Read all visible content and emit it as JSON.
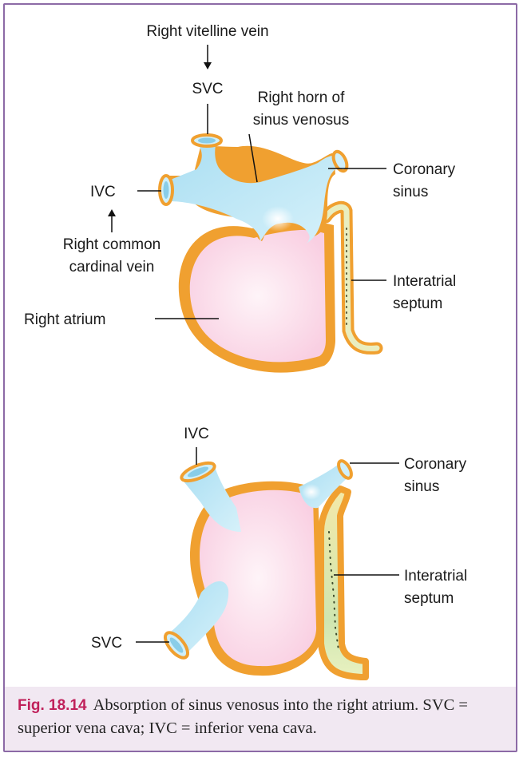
{
  "top_diagram": {
    "labels": {
      "right_vitelline_vein": "Right vitelline vein",
      "svc": "SVC",
      "right_horn_line1": "Right horn of",
      "right_horn_line2": "sinus venosus",
      "coronary_line1": "Coronary",
      "coronary_line2": "sinus",
      "ivc": "IVC",
      "right_common_line1": "Right common",
      "right_common_line2": "cardinal vein",
      "interatrial_line1": "Interatrial",
      "interatrial_line2": "septum",
      "right_atrium": "Right atrium"
    }
  },
  "bottom_diagram": {
    "labels": {
      "ivc": "IVC",
      "coronary_line1": "Coronary",
      "coronary_line2": "sinus",
      "interatrial_line1": "Interatrial",
      "interatrial_line2": "septum",
      "svc": "SVC"
    }
  },
  "caption": {
    "figure_number": "Fig. 18.14",
    "text": "Absorption of sinus venosus into the right atrium. SVC = superior vena cava; IVC = inferior vena cava."
  },
  "colors": {
    "frame_border": "#8c6aa6",
    "caption_background": "#f1e8f2",
    "figure_number": "#c0205a",
    "wall": "#f0a030",
    "vessel_blue": "#bde8f6",
    "atrium_pink": "#fbd6e6"
  }
}
